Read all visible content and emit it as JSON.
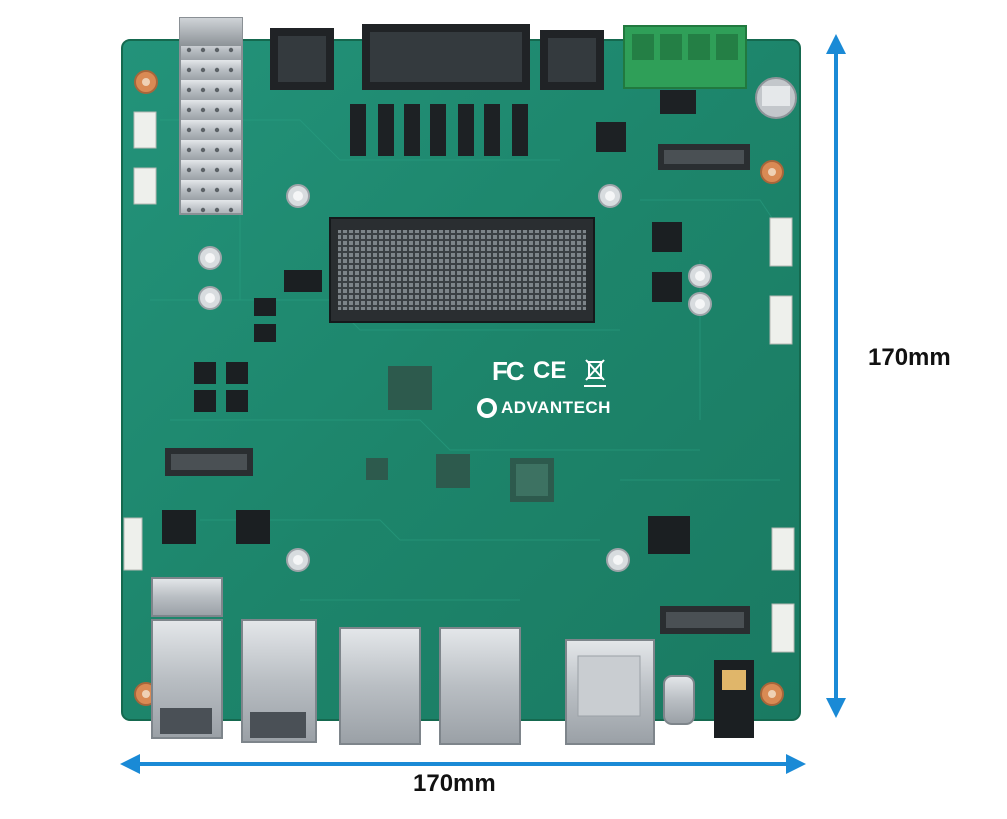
{
  "dimensions": {
    "height": "170mm",
    "width": "170mm"
  },
  "board": {
    "brand": "ADVANTECH",
    "certifications": [
      "FC",
      "CE"
    ]
  },
  "colors": {
    "pcb": "#1f8a6c",
    "arrow": "#1a8ad6",
    "text": "#111111"
  }
}
